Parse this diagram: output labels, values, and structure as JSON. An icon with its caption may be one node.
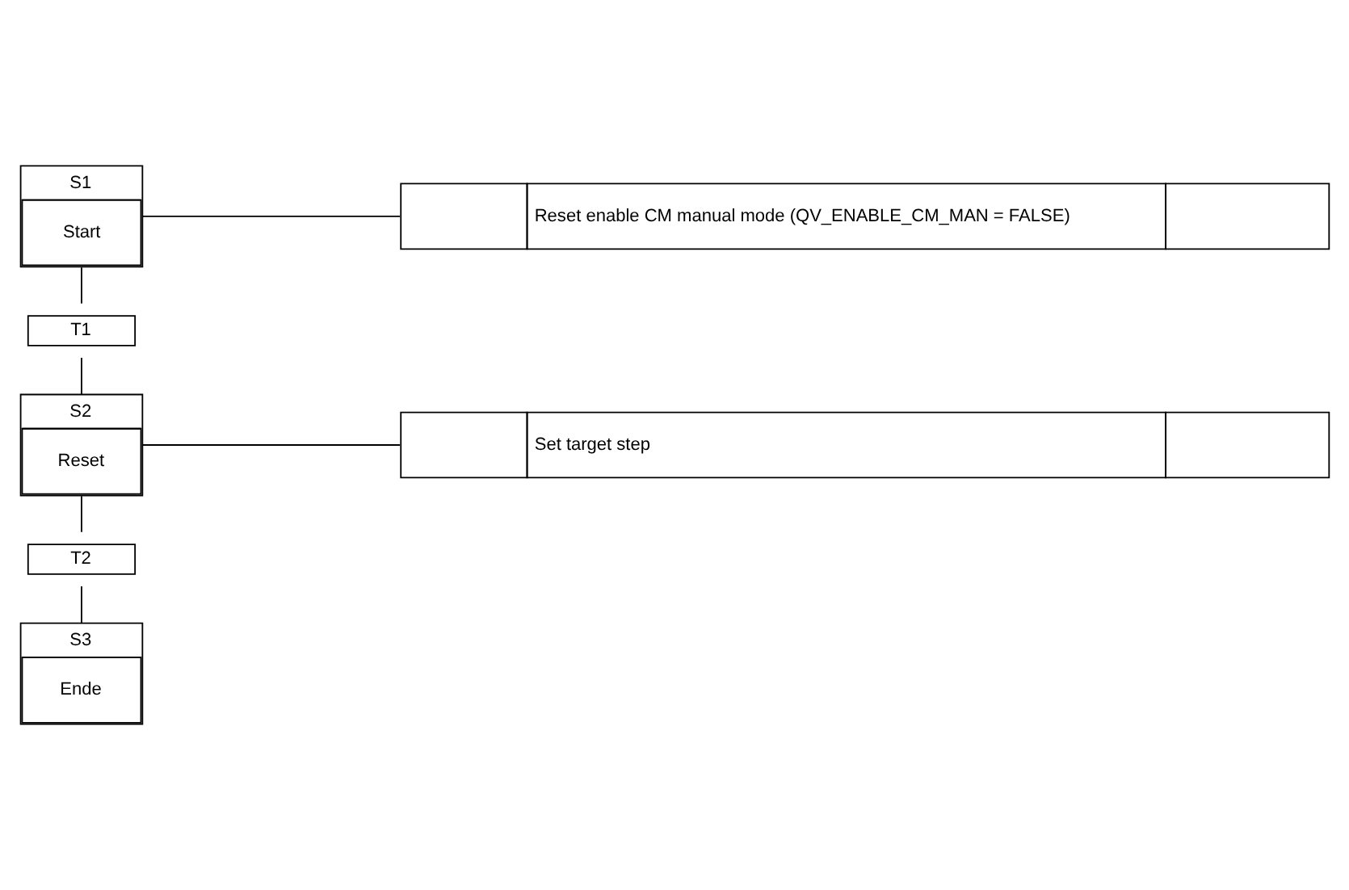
{
  "diagram": {
    "nodes": [
      {
        "text": [
          "S1",
          "Start"
        ]
      },
      {
        "text": [
          "Reset enable CM manual mode (QV_ENABLE_CM_MAN = FALSE)"
        ]
      },
      {
        "text": [
          "T1"
        ]
      },
      {
        "text": [
          "S2",
          "Reset"
        ]
      },
      {
        "text": [
          "Set target step"
        ]
      },
      {
        "text": [
          "T2"
        ]
      },
      {
        "text": [
          "S3",
          "Ende"
        ]
      }
    ],
    "edges": [
      {
        "from": 0,
        "to": 1,
        "arrow": "none"
      },
      {
        "from": 0,
        "to": 2,
        "arrow": "none"
      },
      {
        "from": 2,
        "to": 3,
        "arrow": "none"
      },
      {
        "from": 3,
        "to": 4,
        "arrow": "none"
      },
      {
        "from": 3,
        "to": 5,
        "arrow": "none"
      },
      {
        "from": 5,
        "to": 6,
        "arrow": "none"
      }
    ]
  }
}
